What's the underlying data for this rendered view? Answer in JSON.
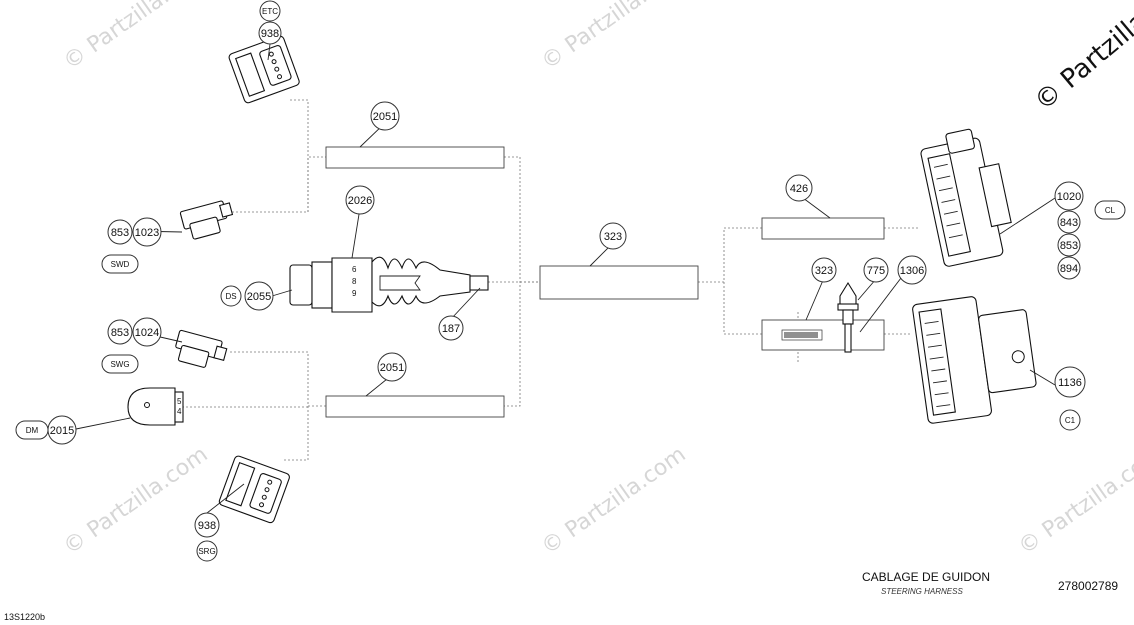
{
  "watermark": "© Partzilla.com",
  "copyright": "© Partzilla",
  "title": {
    "french": "CABLAGE DE GUIDON",
    "english": "STEERING HARNESS"
  },
  "part_number": "278002789",
  "drawing_code": "13S1220b",
  "callouts": {
    "etc_938": "938",
    "top_2051": "2051",
    "n2026": "2026",
    "n853a": "853",
    "n1023": "1023",
    "n2055": "2055",
    "n187": "187",
    "n853b": "853",
    "n1024": "1024",
    "bottom_2051": "2051",
    "n2015": "2015",
    "srg_938": "938",
    "n323a": "323",
    "n426": "426",
    "n323b": "323",
    "n775": "775",
    "n1306": "1306",
    "n1020": "1020",
    "n843": "843",
    "n853c": "853",
    "n894": "894",
    "n1136": "1136"
  },
  "tags": {
    "etc": "ETC",
    "swd": "SWD",
    "ds": "DS",
    "swg": "SWG",
    "dm": "DM",
    "srg": "SRG",
    "cl": "CL",
    "c1": "C1"
  },
  "switch_digits": {
    "d6": "6",
    "d8": "8",
    "d9": "9"
  },
  "key_digits": {
    "d5": "5",
    "d4": "4"
  }
}
